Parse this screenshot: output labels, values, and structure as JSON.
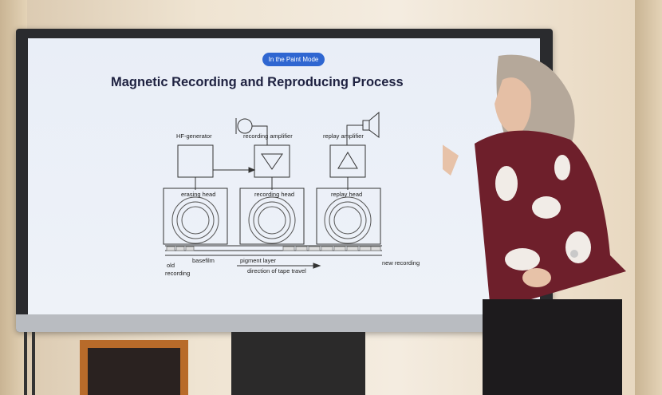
{
  "slide": {
    "badge": "In the Paint Mode",
    "title": "Magnetic Recording and Reproducing Process"
  },
  "diagram": {
    "hf_generator": "HF-generator",
    "recording_amplifier": "recording amplifier",
    "replay_amplifier": "replay amplifier",
    "erasing_head": "erasing head",
    "recording_head": "recording head",
    "replay_head": "replay head",
    "old_recording_1": "old",
    "old_recording_2": "recording",
    "basefilm": "basefilm",
    "pigment_layer": "pigment layer",
    "direction": "direction of tape travel",
    "new_recording": "new recording"
  }
}
